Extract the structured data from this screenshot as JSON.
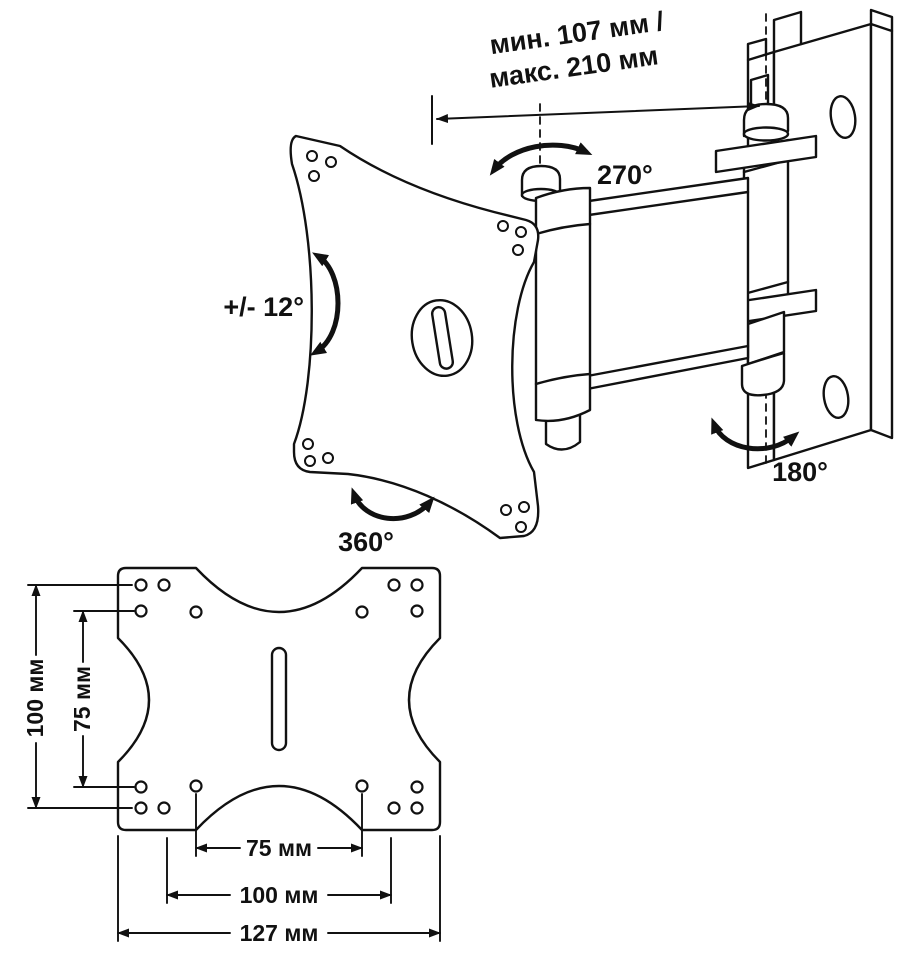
{
  "diagram": {
    "top_view": {
      "extension_label_line1": "мин. 107 мм /",
      "extension_label_line2": "макс. 210 мм",
      "swivel_label": "270°",
      "tilt_label": "+/- 12°",
      "pivot_label": "180°",
      "rotate_label": "360°"
    },
    "front_view": {
      "height_outer": "100 мм",
      "height_inner": "75 мм",
      "width_inner": "75 мм",
      "width_outer": "100 мм",
      "width_total": "127 мм"
    },
    "colors": {
      "line": "#111111",
      "background": "#ffffff"
    }
  }
}
